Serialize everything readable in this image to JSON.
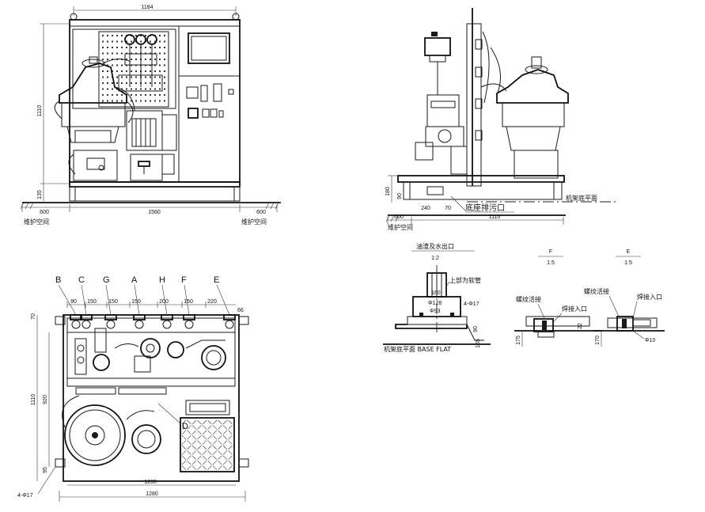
{
  "front_view": {
    "dim_top": "1184",
    "dim_height": "1110",
    "dim_base": "135",
    "dim_left_margin": "600",
    "dim_width": "1560",
    "dim_right_margin": "600",
    "label_left": "维护空间",
    "label_right": "维护空间"
  },
  "side_view": {
    "dim_height": "180",
    "dim_90": "90",
    "dim_240": "240",
    "dim_70": "70",
    "drain_label": "底座排污口",
    "base_label": "机架底平面",
    "dim_left_margin": "600",
    "dim_width": "1110",
    "label_left": "维护空间"
  },
  "plan_view": {
    "pipe_labels": [
      "B",
      "C",
      "G",
      "A",
      "H",
      "F",
      "E"
    ],
    "pipe_spacings": [
      "90",
      "150",
      "150",
      "150",
      "200",
      "150",
      "220"
    ],
    "dim_66": "66",
    "dim_70": "70",
    "dim_1110": "1110",
    "dim_920": "920",
    "dim_95": "95",
    "label_D": "D",
    "hole_label": "4-Φ17",
    "dim_1200": "1200",
    "dim_1280": "1280"
  },
  "detail_outlet": {
    "title": "油渣及水出口",
    "scale": "1:2",
    "hose_label": "上部为软管",
    "hole_label": "4-Φ17",
    "dim_160": "160",
    "dim_128": "Φ128",
    "dim_93": "Φ93",
    "dim_90": "90",
    "dim_165": "165",
    "base_label": "机架底平面 BASE FLAT"
  },
  "detail_F": {
    "title": "F",
    "scale": "1:5",
    "thread_label": "螺纹活接",
    "weld_label": "焊接入口",
    "dim_175": "175",
    "dim_22": "22"
  },
  "detail_E": {
    "title": "E",
    "scale": "1:5",
    "thread_label": "螺纹活接",
    "weld_label": "焊接入口",
    "dim_170": "170",
    "dim_10": "Φ10"
  }
}
